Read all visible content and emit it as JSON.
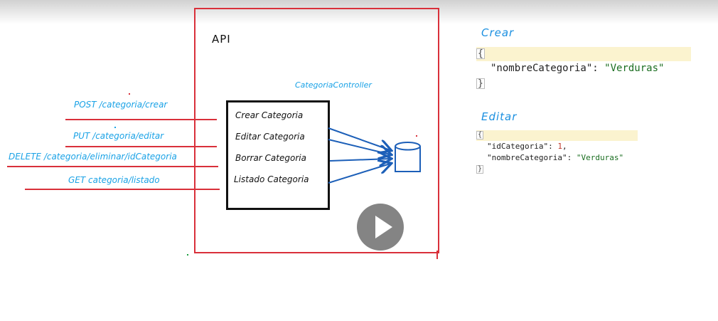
{
  "diagram": {
    "api_label": "API",
    "controller_label": "CategoriaController",
    "routes": [
      {
        "label": "POST /categoria/crear"
      },
      {
        "label": "PUT /categoria/editar"
      },
      {
        "label": "DELETE /categoria/eliminar/idCategoria"
      },
      {
        "label": "GET categoria/listado"
      }
    ],
    "operations": [
      {
        "label": "Crear Categoria"
      },
      {
        "label": "Editar Categoria"
      },
      {
        "label": "Borrar Categoria"
      },
      {
        "label": "Listado Categoria"
      }
    ],
    "colors": {
      "api_border": "#d9303a",
      "route_text": "#1aa2e6",
      "arrow": "#1c5fb8",
      "database": "#1c5fb8"
    }
  },
  "json_examples": {
    "crear": {
      "title": "Crear",
      "open_brace": "{",
      "close_brace": "}",
      "key": "\"nombreCategoria\"",
      "colon": ": ",
      "value": "\"Verduras\""
    },
    "editar": {
      "title": "Editar",
      "open_brace": "{",
      "close_brace": "}",
      "line1_key": "\"idCategoria\"",
      "line1_colon": ": ",
      "line1_value": "1",
      "line1_comma": ",",
      "line2_key": "\"nombreCategoria\"",
      "line2_colon": ": ",
      "line2_value": "\"Verduras\""
    }
  },
  "player": {
    "play_icon": "play-icon"
  }
}
